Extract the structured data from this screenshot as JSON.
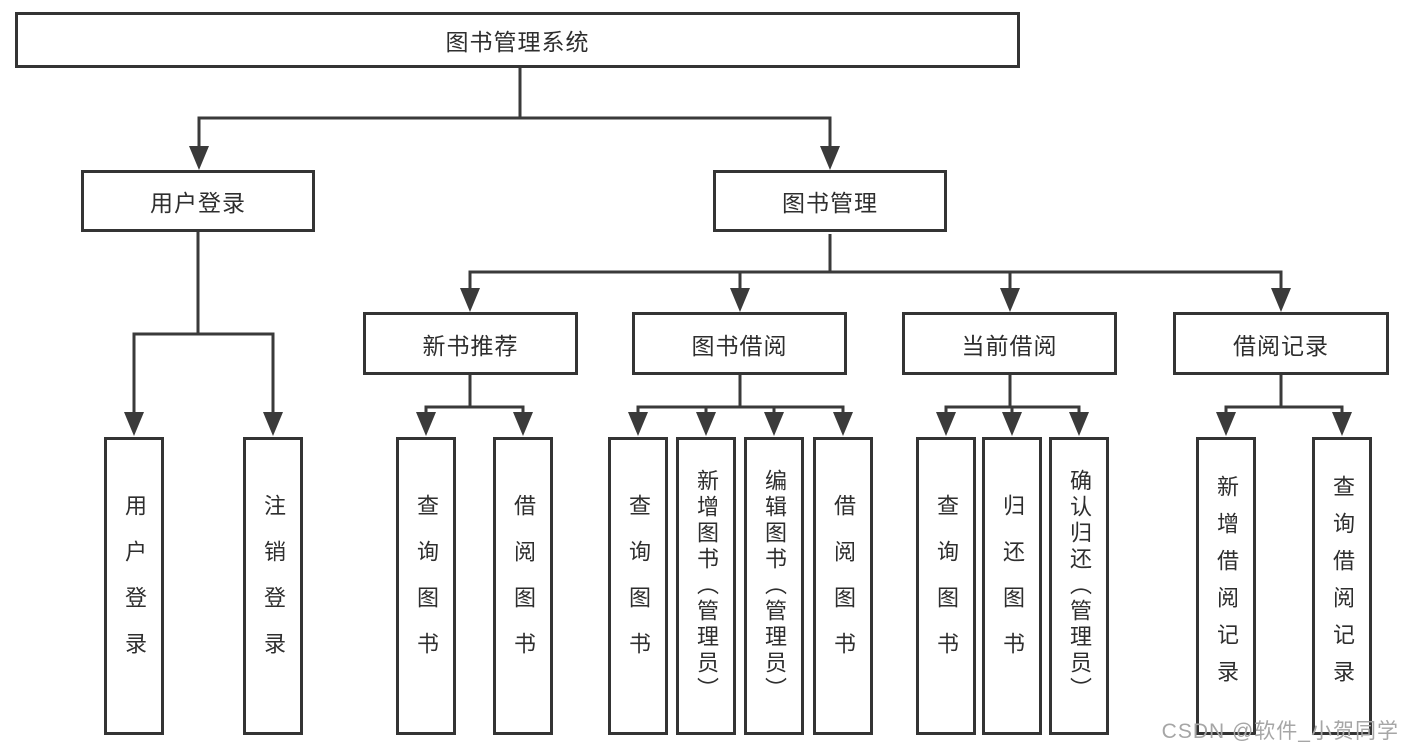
{
  "page": {
    "background_color": "#ffffff",
    "line_color": "#3a3a3a",
    "box_border_color": "#343434",
    "text_color": "#2e2e2e",
    "watermark_color": "#a6a6a6"
  },
  "watermark": "CSDN @软件_小贺同学",
  "tree": {
    "root": {
      "label": "图书管理系统",
      "children": [
        {
          "label": "用户登录",
          "children": [
            {
              "label": "用户登录"
            },
            {
              "label": "注销登录"
            }
          ]
        },
        {
          "label": "图书管理",
          "children": [
            {
              "label": "新书推荐",
              "children": [
                {
                  "label": "查询图书"
                },
                {
                  "label": "借阅图书"
                }
              ]
            },
            {
              "label": "图书借阅",
              "children": [
                {
                  "label": "查询图书"
                },
                {
                  "label": "新增图书（管理员）"
                },
                {
                  "label": "编辑图书（管理员）"
                },
                {
                  "label": "借阅图书"
                }
              ]
            },
            {
              "label": "当前借阅",
              "children": [
                {
                  "label": "查询图书"
                },
                {
                  "label": "归还图书"
                },
                {
                  "label": "确认归还（管理员）"
                }
              ]
            },
            {
              "label": "借阅记录",
              "children": [
                {
                  "label": "新增借阅记录"
                },
                {
                  "label": "查询借阅记录"
                }
              ]
            }
          ]
        }
      ]
    }
  }
}
